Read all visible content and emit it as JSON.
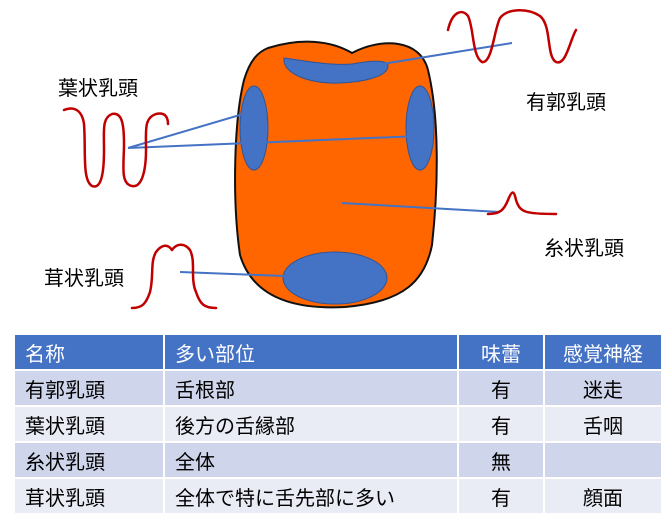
{
  "labels": {
    "foliate": "葉状乳頭",
    "circumvallate": "有郭乳頭",
    "filiform": "糸状乳頭",
    "fungiform": "茸状乳頭"
  },
  "colors": {
    "tongue_fill": "#ff6600",
    "papilla_fill": "#4472c4",
    "papilla_line": "#c00000",
    "pointer_line": "#4472c4",
    "table_header": "#4472c4",
    "row_odd": "#cfd5ea",
    "row_even": "#e9ebf5"
  },
  "table": {
    "headers": [
      "名称",
      "多い部位",
      "味蕾",
      "感覚神経"
    ],
    "rows": [
      [
        "有郭乳頭",
        "舌根部",
        "有",
        "迷走"
      ],
      [
        "葉状乳頭",
        "後方の舌縁部",
        "有",
        "舌咽"
      ],
      [
        "糸状乳頭",
        "全体",
        "無",
        ""
      ],
      [
        "茸状乳頭",
        "全体で特に舌先部に多い",
        "有",
        "顔面"
      ]
    ]
  }
}
